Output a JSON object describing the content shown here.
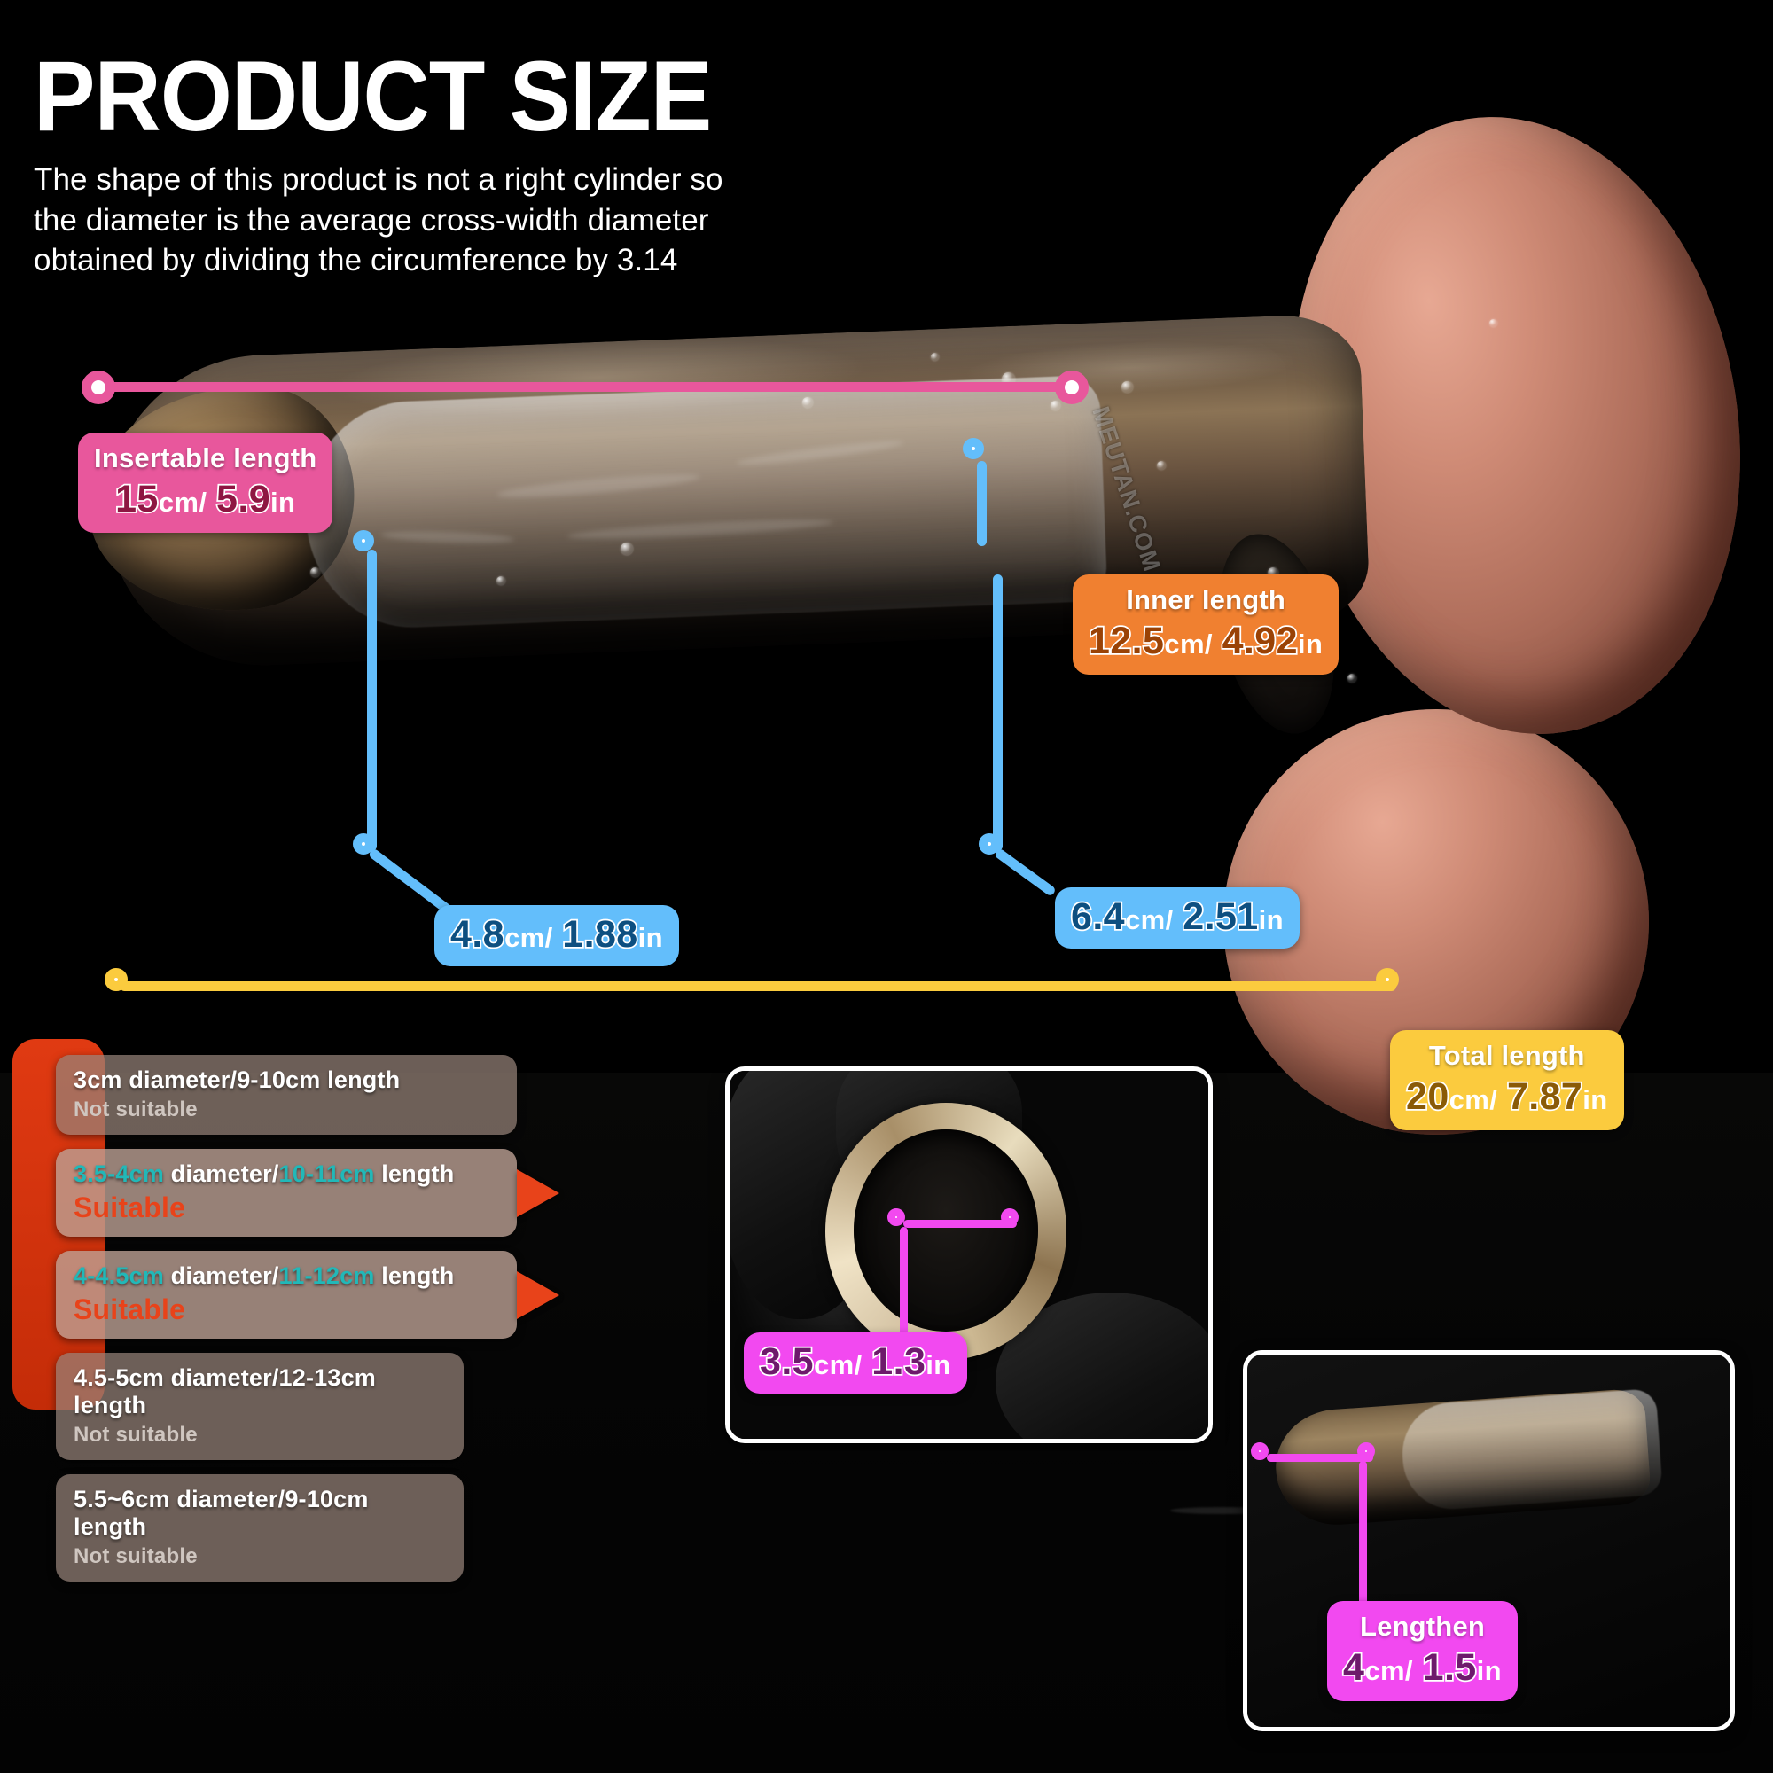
{
  "header": {
    "title": "PRODUCT SIZE",
    "subtitle": "The shape of this product is not a right cylinder so\nthe diameter is the average cross-width diameter\nobtained by dividing the circumference by 3.14"
  },
  "watermark": "MEUTAN.COM",
  "callouts": {
    "insertable": {
      "title": "Insertable length",
      "cm": "15",
      "cm_unit": "cm/",
      "in": "5.9",
      "in_unit": "in",
      "color": "#e8579c"
    },
    "inner": {
      "title": "Inner length",
      "cm": "12.5",
      "cm_unit": "cm/",
      "in": "4.92",
      "in_unit": "in",
      "color": "#f08030"
    },
    "width_left": {
      "cm": "4.8",
      "cm_unit": "cm/",
      "in": "1.88",
      "in_unit": "in",
      "color": "#63befb"
    },
    "width_right": {
      "cm": "6.4",
      "cm_unit": "cm/",
      "in": "2.51",
      "in_unit": "in",
      "color": "#63befb"
    },
    "total": {
      "title": "Total length",
      "cm": "20",
      "cm_unit": "cm/",
      "in": "7.87",
      "in_unit": "in",
      "color": "#fbcb3e"
    },
    "ring": {
      "cm": "3.5",
      "cm_unit": "cm/",
      "in": "1.3",
      "in_unit": "in",
      "color": "#f249f0"
    },
    "lengthen": {
      "title": "Lengthen",
      "cm": "4",
      "cm_unit": "cm/",
      "in": "1.5",
      "in_unit": "in",
      "color": "#f249f0"
    }
  },
  "size_list": [
    {
      "dia": "3cm",
      "mid": " diameter/",
      "len": "9-10cm",
      "tail": " length",
      "verdict": "Not suitable",
      "suitable": false
    },
    {
      "dia": "3.5-4cm",
      "mid": " diameter/",
      "len": "10-11cm",
      "tail": " length",
      "verdict": "Suitable",
      "suitable": true
    },
    {
      "dia": "4-4.5cm",
      "mid": " diameter/",
      "len": "11-12cm",
      "tail": " length",
      "verdict": "Suitable",
      "suitable": true
    },
    {
      "dia": "4.5-5cm",
      "mid": " diameter/",
      "len": "12-13cm",
      "tail": " length",
      "verdict": "Not suitable",
      "suitable": false
    },
    {
      "dia": "5.5~6cm",
      "mid": " diameter/",
      "len": "9-10cm",
      "tail": " length",
      "verdict": "Not suitable",
      "suitable": false
    }
  ],
  "colors": {
    "background": "#000000",
    "pink": "#e8579c",
    "orange": "#f08030",
    "blue": "#63befb",
    "blue_text": "#0d4f80",
    "yellow": "#fbcb3e",
    "yellow_text": "#8a5a06",
    "magenta": "#f249f0",
    "magenta_text": "#6e1a6c",
    "pink_text": "#8e1642",
    "orange_text": "#9a4205",
    "teal": "#21b8b8",
    "red": "#e8431a"
  }
}
